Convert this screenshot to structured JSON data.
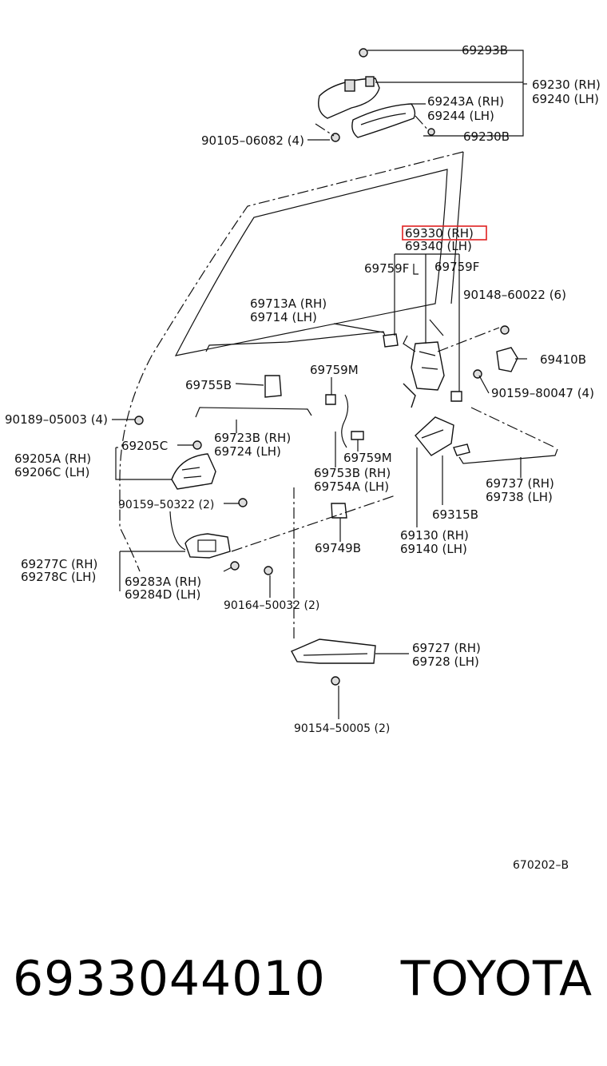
{
  "diagram": {
    "labels": {
      "p69293B": "69293B",
      "p69230": "69230 (RH)",
      "p69240": "69240 (LH)",
      "p69243A": "69243A (RH)",
      "p69244": "69244   (LH)",
      "p69230B": "69230B",
      "p90105": "90105–06082 (4)",
      "p69330": "69330 (RH)",
      "p69340": "69340 (LH)",
      "p69759F_a": "69759F",
      "p69759F_b": "69759F",
      "p90148": "90148–60022 (6)",
      "p69713A": "69713A (RH)",
      "p69714": "69714 (LH)",
      "p69410B": "69410B",
      "p69755B": "69755B",
      "p69759M_a": "69759M",
      "p90159_80047": "90159–80047 (4)",
      "p90189": "90189–05003 (4)",
      "p69723B": "69723B (RH)",
      "p69724": "69724 (LH)",
      "p69205C": "69205C",
      "p69205A": "69205A (RH)",
      "p69206C": "69206C (LH)",
      "p69759M_b": "69759M",
      "p69753B": "69753B (RH)",
      "p69754A": "69754A (LH)",
      "p69737": "69737 (RH)",
      "p69738": "69738 (LH)",
      "p90159_50322": "90159–50322 (2)",
      "p69315B": "69315B",
      "p69749B": "69749B",
      "p69130": "69130 (RH)",
      "p69140": "69140 (LH)",
      "p69277C": "69277C (RH)",
      "p69278C": "69278C (LH)",
      "p69283A": "69283A (RH)",
      "p69284D": "69284D (LH)",
      "p90164": "90164–50032 (2)",
      "p69727": "69727 (RH)",
      "p69728": "69728 (LH)",
      "p90154": "90154–50005 (2)",
      "ref": "670202–B"
    },
    "highlight_color": "#e02020"
  },
  "footer": {
    "part_number": "6933044010",
    "brand": "TOYOTA"
  }
}
